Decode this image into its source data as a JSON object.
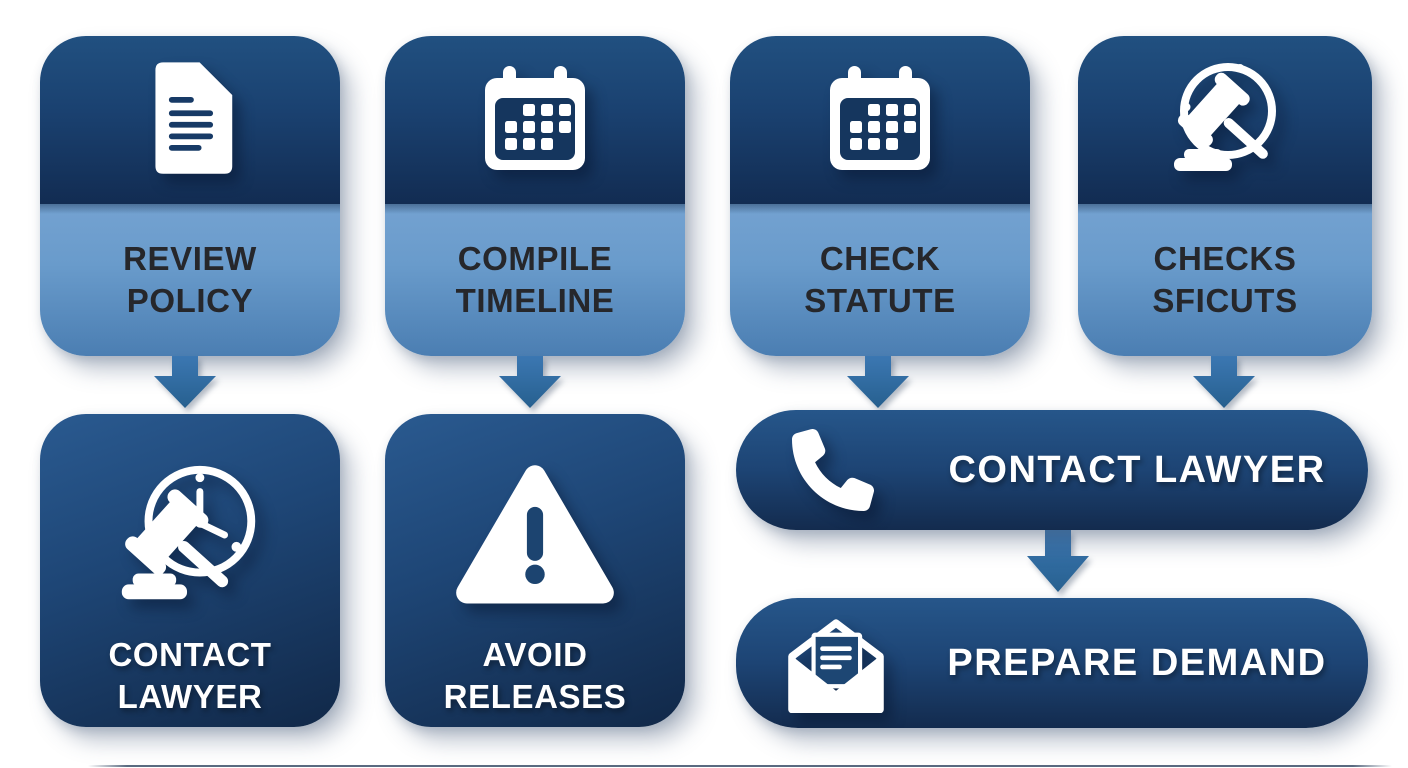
{
  "colors": {
    "card_top_navy": "#16395f",
    "label_band_blue": "#6699c7",
    "card_bottom_navy": "#1b4270",
    "arrow_blue": "#2f6da9",
    "label_dark": "#26272b",
    "label_light": "#ffffff",
    "background": "#ffffff"
  },
  "top_cards": [
    {
      "icon": "document-icon",
      "line1": "REVIEW",
      "line2": "POLICY"
    },
    {
      "icon": "calendar-icon",
      "line1": "COMPILE",
      "line2": "TIMELINE"
    },
    {
      "icon": "calendar-icon",
      "line1": "CHECK",
      "line2": "STATUTE"
    },
    {
      "icon": "gavel-icon",
      "line1": "CHECKS",
      "line2": "SFICUTS"
    }
  ],
  "bottom_cards": [
    {
      "icon": "gavel-clock-icon",
      "line1": "CONTACT",
      "line2": "LAWYER"
    },
    {
      "icon": "warning-icon",
      "line1": "AVOID",
      "line2": "RELEASES"
    }
  ],
  "pills": [
    {
      "icon": "phone-icon",
      "label": "CONTACT LAWYER"
    },
    {
      "icon": "open-envelope-icon",
      "label": "PREPARE DEMAND"
    }
  ]
}
